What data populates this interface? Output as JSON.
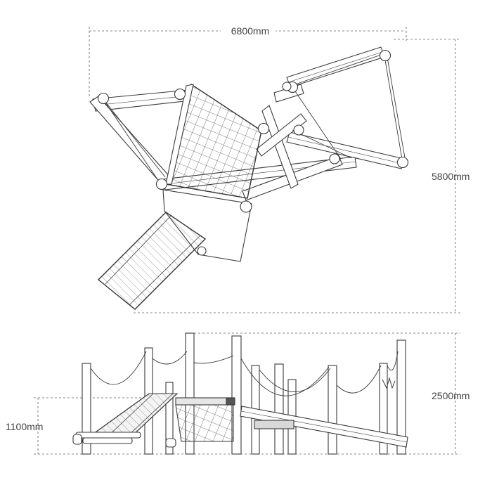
{
  "dimensions": {
    "width_label": "6800mm",
    "depth_label": "5800mm",
    "height_label": "2500mm",
    "platform_height_label": "1100mm"
  },
  "drawing": {
    "views": [
      "plan-view",
      "side-elevation"
    ],
    "line_color": "#3a3a3a",
    "dimension_color": "#666666",
    "fill_color": "#ffffff",
    "shade_color": "#e6e6e6"
  }
}
